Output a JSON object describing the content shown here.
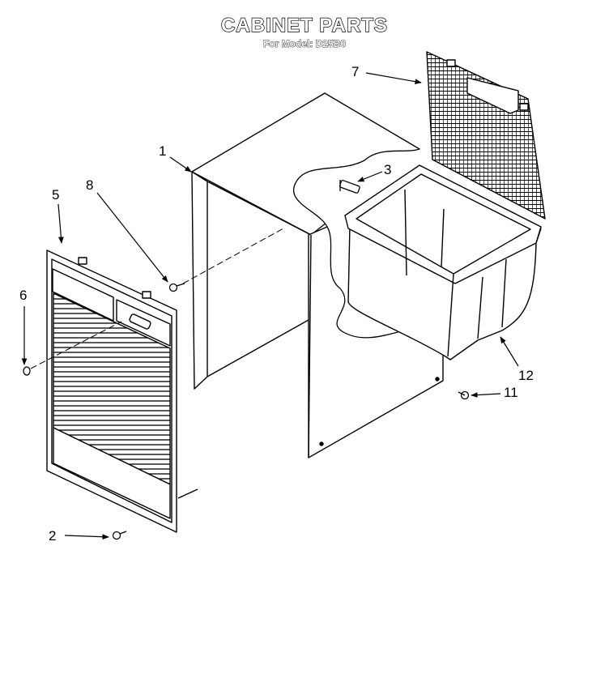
{
  "header": {
    "title": "CABINET PARTS",
    "subtitle": "For Model: D25B0"
  },
  "callouts": {
    "c1": "1",
    "c2": "2",
    "c3": "3",
    "c5": "5",
    "c6": "6",
    "c7": "7",
    "c8": "8",
    "c11": "11",
    "c12": "12"
  }
}
